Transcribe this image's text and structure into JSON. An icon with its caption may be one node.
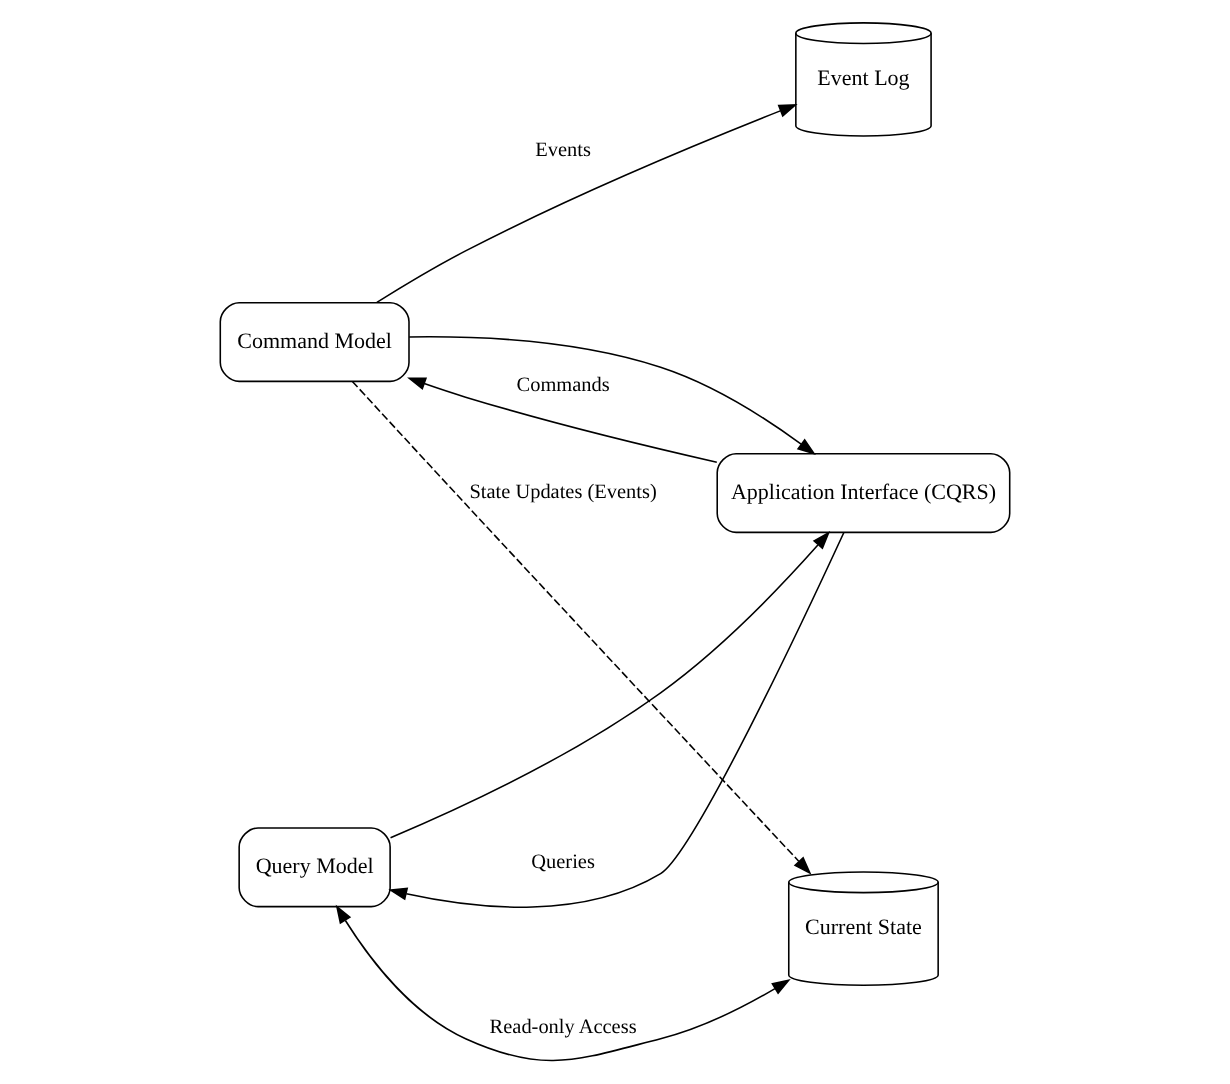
{
  "diagram": {
    "nodes": [
      {
        "text": [
          "Command Model"
        ]
      },
      {
        "text": [
          "Event Log"
        ]
      },
      {
        "text": [
          "Application Interface (CQRS)"
        ]
      },
      {
        "text": [
          "Query Model"
        ]
      },
      {
        "text": [
          "Current State"
        ]
      }
    ],
    "edges": [
      {
        "from": 2,
        "to": 0,
        "arrow": "to",
        "label": "Commands"
      },
      {
        "from": 0,
        "to": 2,
        "arrow": "to"
      },
      {
        "from": 0,
        "to": 1,
        "arrow": "to",
        "label": "Events"
      },
      {
        "from": 0,
        "to": 4,
        "arrow": "to",
        "style": "dashed",
        "label": "State Updates (Events)"
      },
      {
        "from": 2,
        "to": 3,
        "arrow": "to",
        "label": "Queries"
      },
      {
        "from": 3,
        "to": 2,
        "arrow": "to"
      },
      {
        "from": 3,
        "to": 4,
        "arrow": "both",
        "label": "Read-only Access"
      }
    ]
  }
}
